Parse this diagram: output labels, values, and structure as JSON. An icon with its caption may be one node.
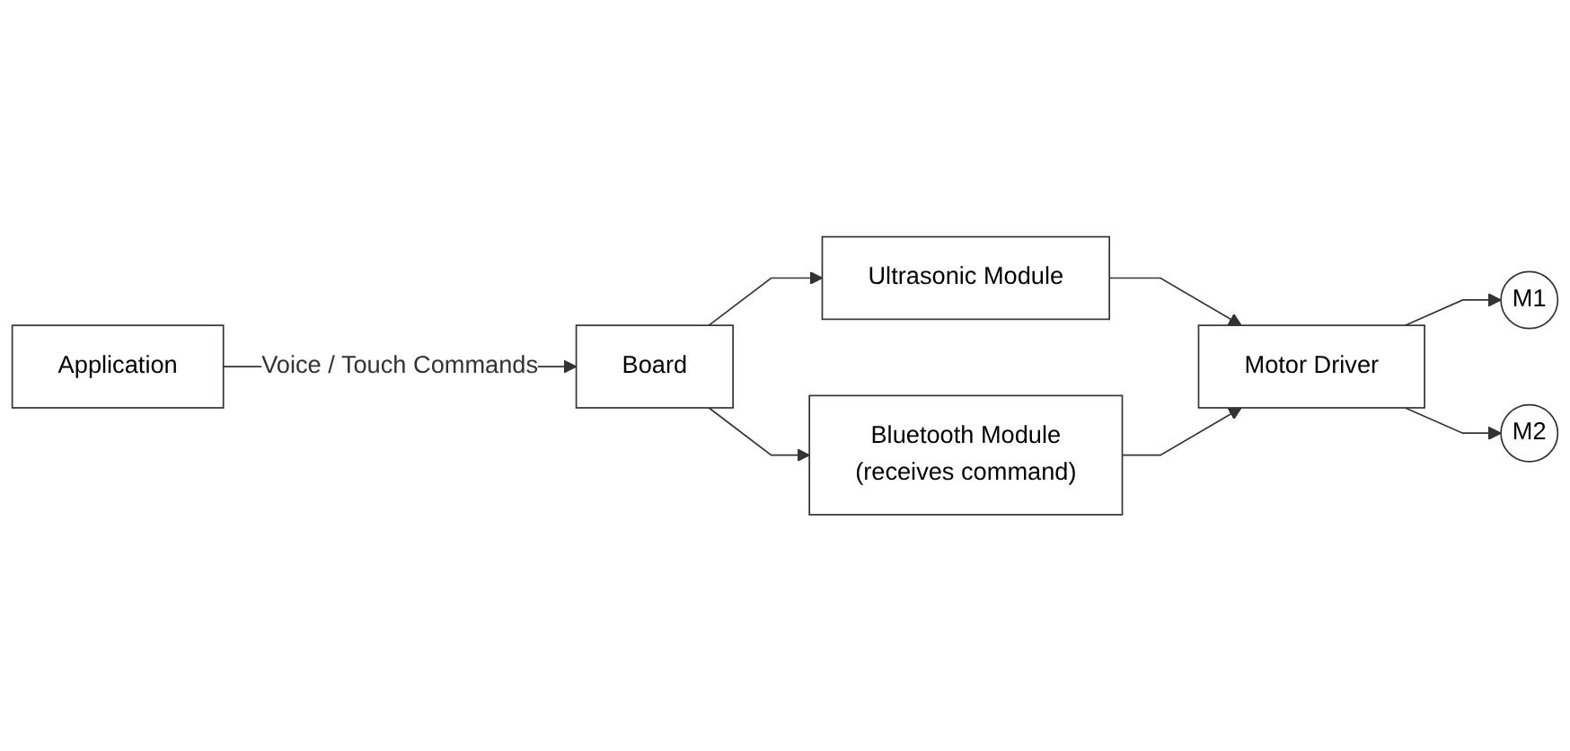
{
  "diagram": {
    "nodes": [
      {
        "text": [
          "Application"
        ]
      },
      {
        "text": [
          "Board"
        ]
      },
      {
        "text": [
          "Ultrasonic Module"
        ]
      },
      {
        "text": [
          "Bluetooth Module",
          "(receives command)"
        ]
      },
      {
        "text": [
          "Motor Driver"
        ]
      },
      {
        "text": [
          "M1"
        ]
      },
      {
        "text": [
          "M2"
        ]
      }
    ],
    "edges": [
      {
        "from": 0,
        "to": 1,
        "arrow": "to",
        "label": "Voice / Touch Commands"
      },
      {
        "from": 1,
        "to": 2,
        "arrow": "to"
      },
      {
        "from": 1,
        "to": 3,
        "arrow": "to"
      },
      {
        "from": 2,
        "to": 4,
        "arrow": "to"
      },
      {
        "from": 3,
        "to": 4,
        "arrow": "to"
      },
      {
        "from": 4,
        "to": 5,
        "arrow": "to"
      },
      {
        "from": 4,
        "to": 6,
        "arrow": "to"
      }
    ]
  }
}
